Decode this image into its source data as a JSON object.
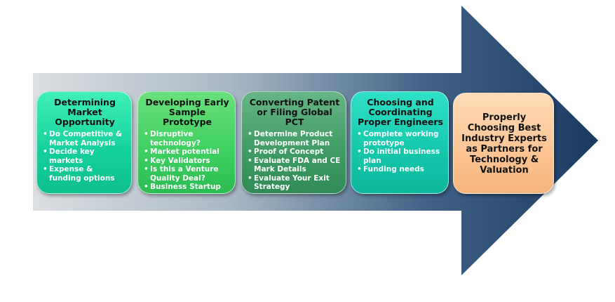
{
  "steps": [
    {
      "title": "Determining Market Opportunity",
      "bullets": [
        "Do Competitive & Market Analysis",
        "Decide key markets",
        "Expense & funding options"
      ]
    },
    {
      "title": "Developing Early Sample Prototype",
      "bullets": [
        "Disruptive technology?",
        "Market potential",
        "Key Validators",
        "Is this a Venture Quality Deal?",
        "Business Startup"
      ]
    },
    {
      "title": "Converting Patent or Filing Global PCT",
      "bullets": [
        "Determine Product Development Plan",
        "Proof of Concept",
        "Evaluate FDA  and CE Mark Details",
        "Evaluate Your Exit Strategy"
      ]
    },
    {
      "title": "Choosing and Coordinating Proper Engineers",
      "bullets": [
        "Complete working prototype",
        "Do initial business plan",
        "Funding needs"
      ]
    },
    {
      "title": "Properly Choosing Best Industry Experts as Partners for Technology & Valuation"
    }
  ],
  "colors": {
    "arrow_dark": "#1f3f66",
    "arrow_light": "#d9dcdf",
    "step1": "#19d6a0",
    "step2": "#44d063",
    "step3": "#3f9b63",
    "step4": "#17c9ad",
    "step5": "#fbc492"
  }
}
